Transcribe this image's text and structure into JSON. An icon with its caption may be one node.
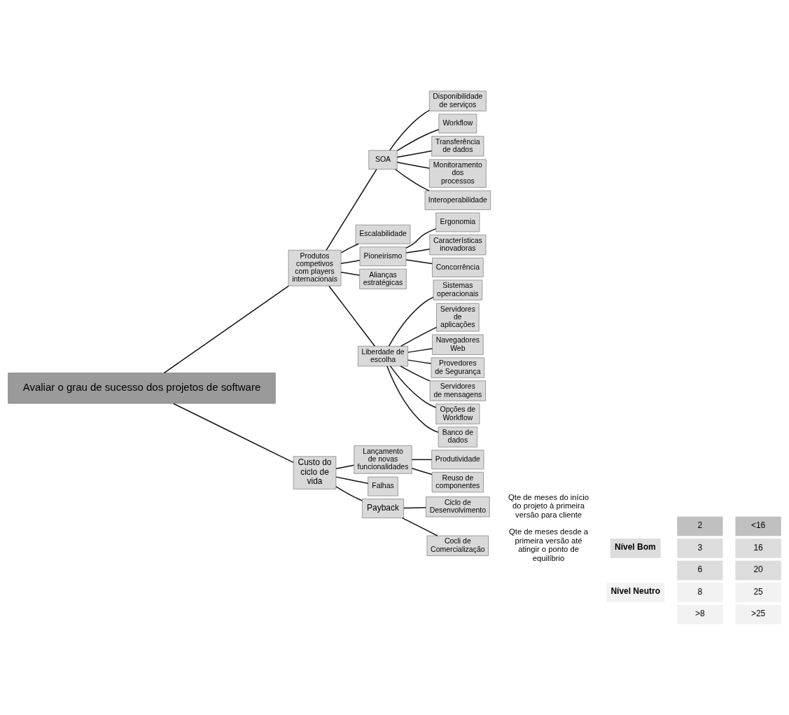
{
  "diagram": {
    "nodes": [
      {
        "text": [
          "Avaliar o grau de sucesso dos projetos de software"
        ]
      },
      {
        "text": [
          "Produtos competivos com players internacionais"
        ]
      },
      {
        "text": [
          "SOA"
        ]
      },
      {
        "text": [
          "Escalabilidade"
        ]
      },
      {
        "text": [
          "Pioneirismo"
        ]
      },
      {
        "text": [
          "Alianças estratégicas"
        ]
      },
      {
        "text": [
          "Liberdade de escolha"
        ]
      },
      {
        "text": [
          "Disponibilidade de serviços"
        ]
      },
      {
        "text": [
          "Workflow"
        ]
      },
      {
        "text": [
          "Transferência de dados"
        ]
      },
      {
        "text": [
          "Monitoramento dos processos"
        ]
      },
      {
        "text": [
          "Interoperabilidade"
        ]
      },
      {
        "text": [
          "Ergonomia"
        ]
      },
      {
        "text": [
          "Características inovadoras"
        ]
      },
      {
        "text": [
          "Concorrência"
        ]
      },
      {
        "text": [
          "Sistemas operacionais"
        ]
      },
      {
        "text": [
          "Servidores de aplicações"
        ]
      },
      {
        "text": [
          "Navegadores Web"
        ]
      },
      {
        "text": [
          "Provedores de Segurança"
        ]
      },
      {
        "text": [
          "Servidores de mensagens"
        ]
      },
      {
        "text": [
          "Opções de Workflow"
        ]
      },
      {
        "text": [
          "Banco de dados"
        ]
      },
      {
        "text": [
          "Custo do ciclo de vida"
        ]
      },
      {
        "text": [
          "Lançamento de novas funcionalidades"
        ]
      },
      {
        "text": [
          "Falhas"
        ]
      },
      {
        "text": [
          "Payback"
        ]
      },
      {
        "text": [
          "Produtividade"
        ]
      },
      {
        "text": [
          "Reuso de componentes"
        ]
      },
      {
        "text": [
          "Ciclo de Desenvolvimento"
        ],
        "beside": [
          "Qte de meses do início do projeto à primeira versão para cliente"
        ]
      },
      {
        "text": [
          "Cocli de Comercialização"
        ],
        "beside": [
          "Qte de meses desde a primeira versão até atingir o ponto de equilíbrio"
        ]
      }
    ],
    "edges": [
      {
        "from": 0,
        "to": 1,
        "arrow": "none"
      },
      {
        "from": 0,
        "to": 22,
        "arrow": "none"
      },
      {
        "from": 1,
        "to": 2,
        "arrow": "none"
      },
      {
        "from": 1,
        "to": 3,
        "arrow": "none"
      },
      {
        "from": 1,
        "to": 4,
        "arrow": "none"
      },
      {
        "from": 1,
        "to": 5,
        "arrow": "none"
      },
      {
        "from": 1,
        "to": 6,
        "arrow": "none"
      },
      {
        "from": 2,
        "to": 7,
        "arrow": "none"
      },
      {
        "from": 2,
        "to": 8,
        "arrow": "none"
      },
      {
        "from": 2,
        "to": 9,
        "arrow": "none"
      },
      {
        "from": 2,
        "to": 10,
        "arrow": "none"
      },
      {
        "from": 2,
        "to": 11,
        "arrow": "none"
      },
      {
        "from": 4,
        "to": 12,
        "arrow": "none"
      },
      {
        "from": 4,
        "to": 13,
        "arrow": "none"
      },
      {
        "from": 4,
        "to": 14,
        "arrow": "none"
      },
      {
        "from": 6,
        "to": 15,
        "arrow": "none"
      },
      {
        "from": 6,
        "to": 16,
        "arrow": "none"
      },
      {
        "from": 6,
        "to": 17,
        "arrow": "none"
      },
      {
        "from": 6,
        "to": 18,
        "arrow": "none"
      },
      {
        "from": 6,
        "to": 19,
        "arrow": "none"
      },
      {
        "from": 6,
        "to": 20,
        "arrow": "none"
      },
      {
        "from": 6,
        "to": 21,
        "arrow": "none"
      },
      {
        "from": 22,
        "to": 23,
        "arrow": "none"
      },
      {
        "from": 22,
        "to": 24,
        "arrow": "none"
      },
      {
        "from": 22,
        "to": 25,
        "arrow": "none"
      },
      {
        "from": 23,
        "to": 26,
        "arrow": "none"
      },
      {
        "from": 23,
        "to": 27,
        "arrow": "none"
      },
      {
        "from": 25,
        "to": 28,
        "arrow": "none"
      },
      {
        "from": 25,
        "to": 29,
        "arrow": "none"
      }
    ],
    "labels": [
      "2",
      "<16",
      "Nível Bom",
      "3",
      "16",
      "6",
      "20",
      "Nível Neutro",
      "8",
      "25",
      ">8",
      ">25"
    ]
  }
}
